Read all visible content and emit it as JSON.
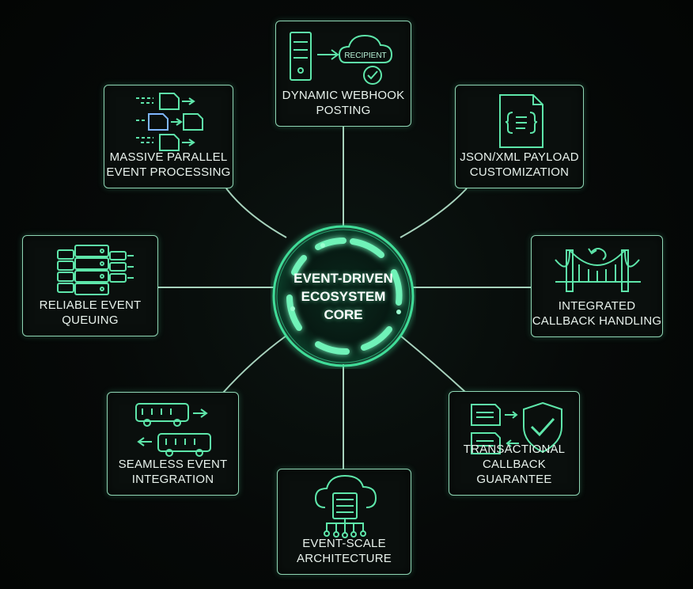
{
  "core": {
    "line1": "EVENT-DRIVEN",
    "line2": "ECOSYSTEM",
    "line3": "CORE"
  },
  "colors": {
    "accent": "#5ee6aa",
    "line": "#b9e8d0",
    "border": "#8fd6b4",
    "background": "#050706"
  },
  "nodes": [
    {
      "id": "webhook",
      "icon": "server-to-cloud-icon",
      "line1": "DYNAMIC WEBHOOK",
      "line2": "POSTING",
      "icon_text": "RECIPIENT"
    },
    {
      "id": "payload",
      "icon": "json-document-icon",
      "line1": "JSON/XML PAYLOAD",
      "line2": "CUSTOMIZATION"
    },
    {
      "id": "callback",
      "icon": "bridge-icon",
      "line1": "INTEGRATED",
      "line2": "CALLBACK HANDLING"
    },
    {
      "id": "transactional",
      "icon": "shield-check-icon",
      "line1": "TRANSACTIONAL",
      "line2": "CALLBACK GUARANTEE"
    },
    {
      "id": "architecture",
      "icon": "cloud-server-icon",
      "line1": "EVENT-SCALE",
      "line2": "ARCHITECTURE"
    },
    {
      "id": "integration",
      "icon": "bus-icon",
      "line1": "SEAMLESS EVENT",
      "line2": "INTEGRATION"
    },
    {
      "id": "queuing",
      "icon": "queue-stack-icon",
      "line1": "RELIABLE EVENT",
      "line2": "QUEUING"
    },
    {
      "id": "parallel",
      "icon": "parallel-documents-icon",
      "line1": "MASSIVE PARALLEL",
      "line2": "EVENT PROCESSING"
    }
  ]
}
